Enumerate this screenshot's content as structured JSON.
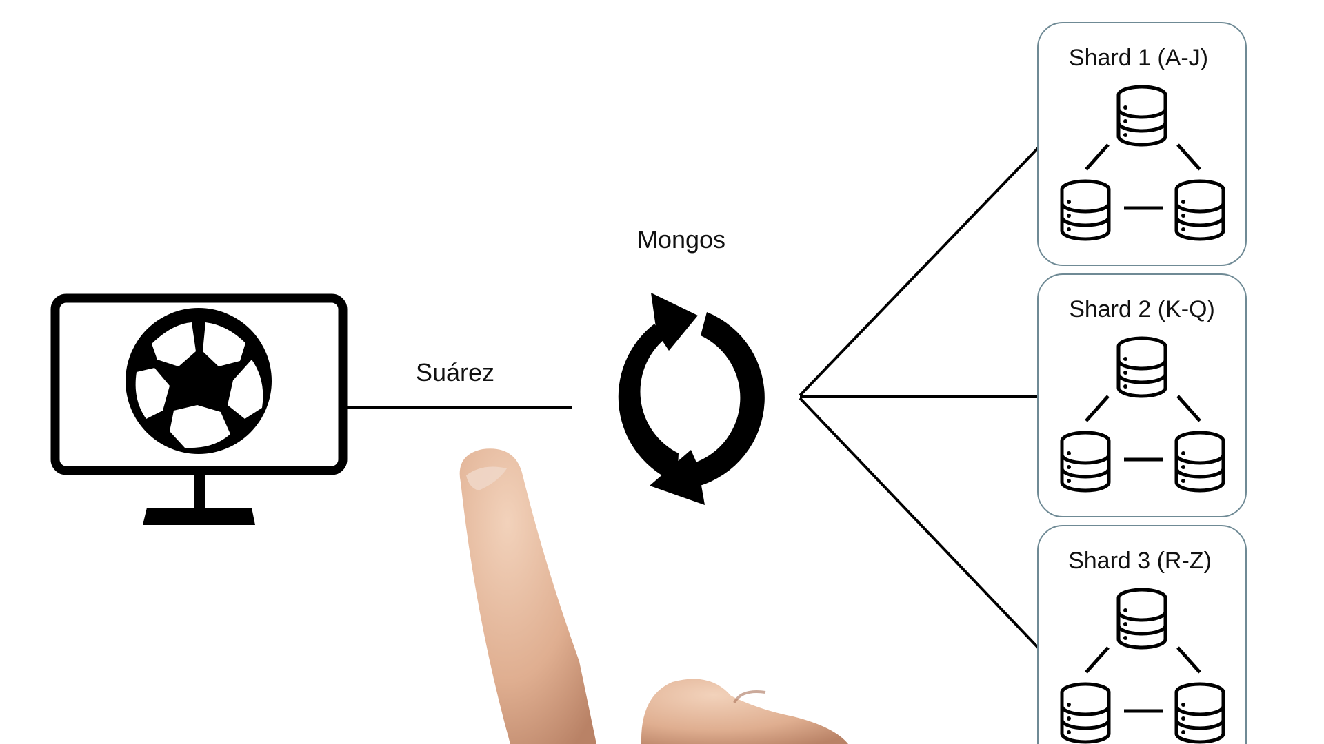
{
  "client": {
    "query_label": "Suárez"
  },
  "router": {
    "label": "Mongos"
  },
  "shards": [
    {
      "title": "Shard 1 (A-J)"
    },
    {
      "title": "Shard 2 (K-Q)"
    },
    {
      "title": "Shard 3 (R-Z)"
    }
  ],
  "colors": {
    "ink": "#000000",
    "shard_border": "#6f8a95",
    "skin": "#e8c0a4"
  }
}
